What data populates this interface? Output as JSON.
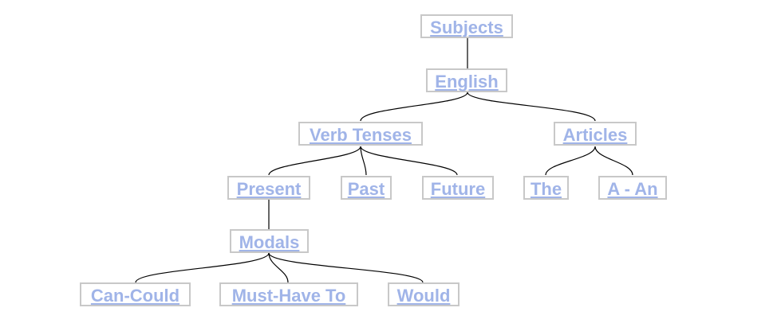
{
  "colors": {
    "link_text": "#a0b4e8",
    "node_border": "#c8c8c8",
    "connector": "#000000",
    "background": "#ffffff"
  },
  "tree": {
    "root": {
      "label": "Subjects"
    },
    "english": {
      "label": "English"
    },
    "verb_tenses": {
      "label": "Verb Tenses"
    },
    "articles": {
      "label": "Articles"
    },
    "present": {
      "label": "Present"
    },
    "past": {
      "label": "Past"
    },
    "future": {
      "label": "Future"
    },
    "the": {
      "label": "The"
    },
    "a_an": {
      "label": "A - An"
    },
    "modals": {
      "label": "Modals"
    },
    "can_could": {
      "label": "Can-Could"
    },
    "must_have_to": {
      "label": "Must-Have To"
    },
    "would": {
      "label": "Would"
    }
  }
}
